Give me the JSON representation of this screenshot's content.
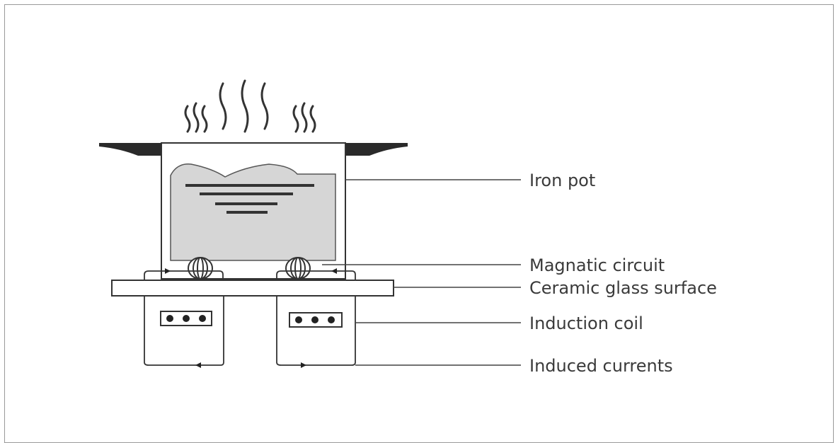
{
  "labels": {
    "iron_pot": "Iron pot",
    "magnetic_circuit": "Magnatic circuit",
    "ceramic_glass_surface": "Ceramic glass surface",
    "induction_coil": "Induction coil",
    "induced_currents": "Induced currents"
  },
  "colors": {
    "line": "#333333",
    "food_fill": "#d6d6d6",
    "label_text": "#3a3a3a"
  }
}
